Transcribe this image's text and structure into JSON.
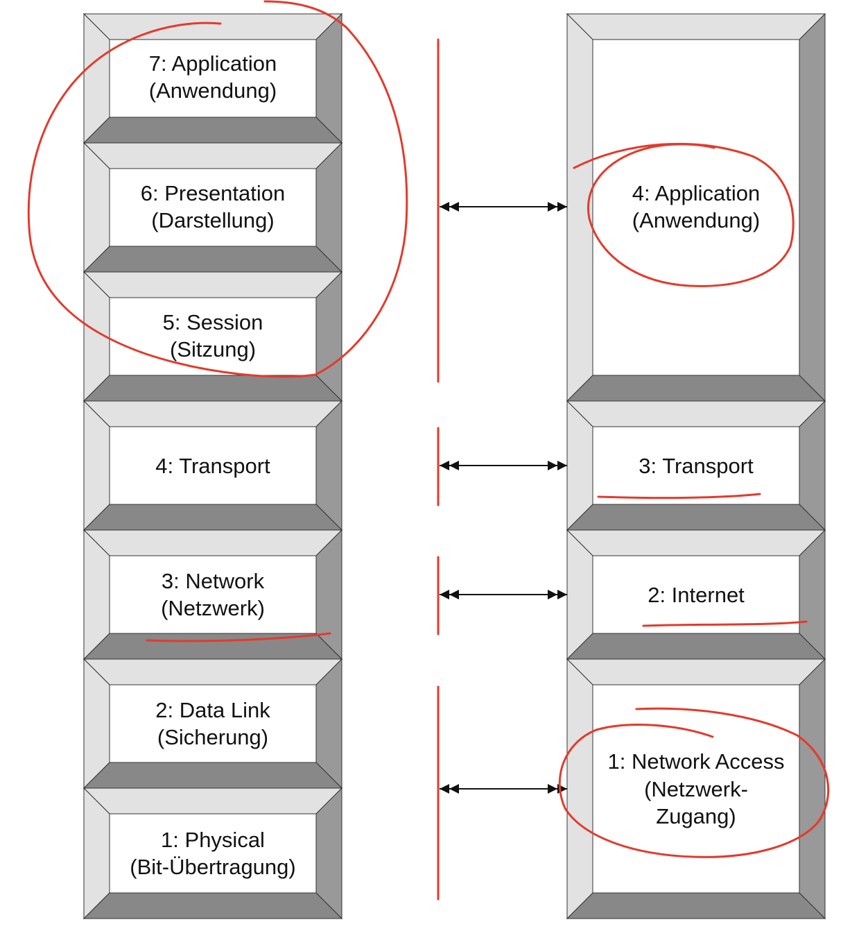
{
  "osi_layers": [
    {
      "line1": "7: Application",
      "line2": "(Anwendung)"
    },
    {
      "line1": "6: Presentation",
      "line2": "(Darstellung)"
    },
    {
      "line1": "5: Session",
      "line2": "(Sitzung)"
    },
    {
      "line1": "4: Transport",
      "line2": ""
    },
    {
      "line1": "3: Network",
      "line2": "(Netzwerk)"
    },
    {
      "line1": "2: Data Link",
      "line2": "(Sicherung)"
    },
    {
      "line1": "1: Physical",
      "line2": "(Bit-Übertragung)"
    }
  ],
  "tcpip_layers": [
    {
      "line1": "4: Application",
      "line2": "(Anwendung)",
      "line3": ""
    },
    {
      "line1": "3: Transport",
      "line2": "",
      "line3": ""
    },
    {
      "line1": "2: Internet",
      "line2": "",
      "line3": ""
    },
    {
      "line1": "1: Network Access",
      "line2": "(Netzwerk-",
      "line3": "Zugang)"
    }
  ],
  "colors": {
    "bevel_light": "#e2e2e2",
    "bevel_dark": "#999999",
    "bevel_bottom": "#888888",
    "outline": "#333333",
    "annotation_red": "#e33a2c",
    "arrow": "#111111"
  }
}
